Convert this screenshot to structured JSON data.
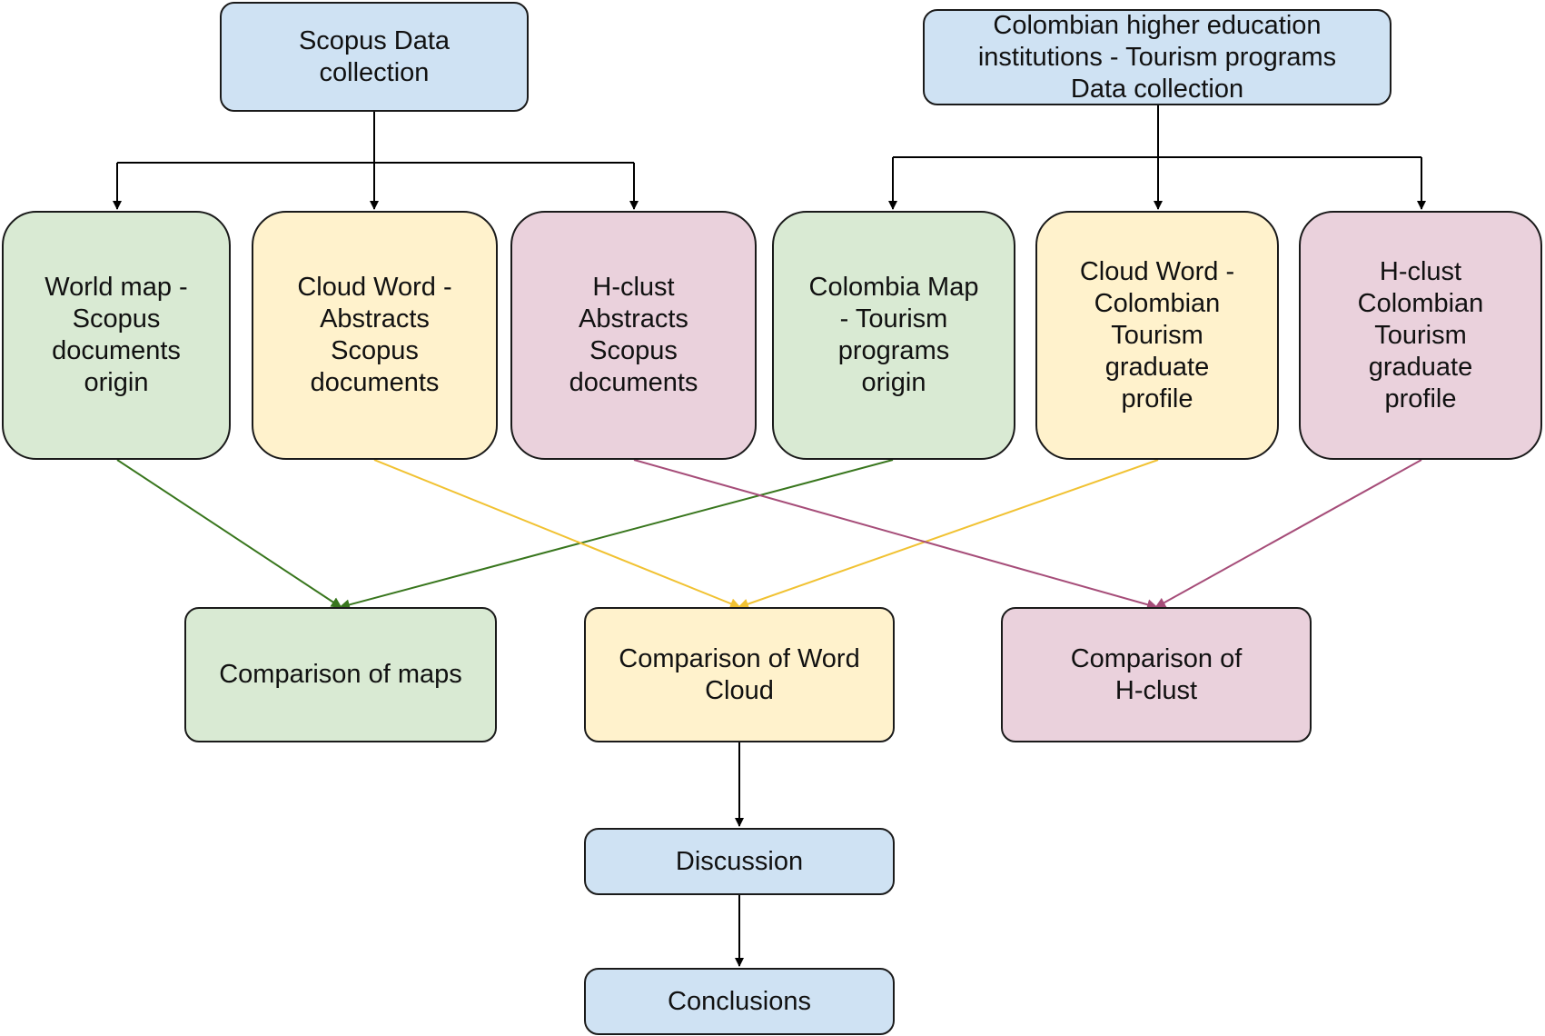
{
  "nodes": {
    "scopus_collection": "Scopus Data\ncollection",
    "colombian_collection": "Colombian higher education\ninstitutions - Tourism programs\nData collection",
    "world_map": "World map -\nScopus\ndocuments\norigin",
    "cloud_word_abstracts": "Cloud Word -\nAbstracts\nScopus\ndocuments",
    "hclust_abstracts": "H-clust\nAbstracts\nScopus\ndocuments",
    "colombia_map": "Colombia Map\n- Tourism\nprograms\norigin",
    "cloud_word_colombian": "Cloud Word -\nColombian\nTourism\ngraduate\nprofile",
    "hclust_colombian": "H-clust\nColombian\nTourism\ngraduate\nprofile",
    "comparison_maps": "Comparison of maps",
    "comparison_word_cloud": "Comparison of Word\nCloud",
    "comparison_hclust": "Comparison of\nH-clust",
    "discussion": "Discussion",
    "conclusions": "Conclusions"
  },
  "colors": {
    "blue": "#cfe2f3",
    "green": "#d9ead3",
    "yellow": "#fff2cc",
    "pink": "#ead1dc",
    "arrow_black": "#000000",
    "arrow_green": "#38761d",
    "arrow_yellow": "#f1c232",
    "arrow_pink": "#a64d79"
  },
  "edges": [
    {
      "from": "scopus_collection",
      "to": "world_map",
      "color": "arrow_black"
    },
    {
      "from": "scopus_collection",
      "to": "cloud_word_abstracts",
      "color": "arrow_black"
    },
    {
      "from": "scopus_collection",
      "to": "hclust_abstracts",
      "color": "arrow_black"
    },
    {
      "from": "colombian_collection",
      "to": "colombia_map",
      "color": "arrow_black"
    },
    {
      "from": "colombian_collection",
      "to": "cloud_word_colombian",
      "color": "arrow_black"
    },
    {
      "from": "colombian_collection",
      "to": "hclust_colombian",
      "color": "arrow_black"
    },
    {
      "from": "world_map",
      "to": "comparison_maps",
      "color": "arrow_green"
    },
    {
      "from": "colombia_map",
      "to": "comparison_maps",
      "color": "arrow_green"
    },
    {
      "from": "cloud_word_abstracts",
      "to": "comparison_word_cloud",
      "color": "arrow_yellow"
    },
    {
      "from": "cloud_word_colombian",
      "to": "comparison_word_cloud",
      "color": "arrow_yellow"
    },
    {
      "from": "hclust_abstracts",
      "to": "comparison_hclust",
      "color": "arrow_pink"
    },
    {
      "from": "hclust_colombian",
      "to": "comparison_hclust",
      "color": "arrow_pink"
    },
    {
      "from": "comparison_word_cloud",
      "to": "discussion",
      "color": "arrow_black"
    },
    {
      "from": "discussion",
      "to": "conclusions",
      "color": "arrow_black"
    }
  ]
}
